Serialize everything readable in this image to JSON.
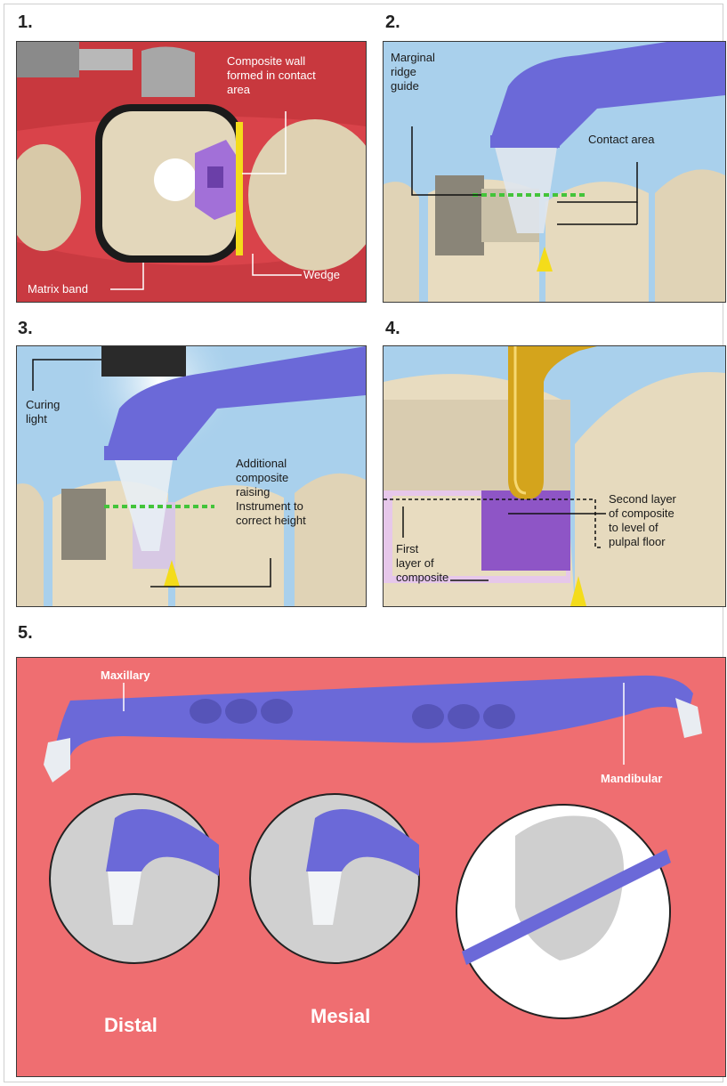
{
  "panels": [
    {
      "number": "1.",
      "labels": {
        "composite_wall": [
          "Composite wall",
          "formed in contact",
          "area"
        ],
        "matrix_band": "Matrix band",
        "wedge": "Wedge"
      }
    },
    {
      "number": "2.",
      "labels": {
        "marginal_ridge": [
          "Marginal",
          "ridge",
          "guide"
        ],
        "contact_area": "Contact area"
      }
    },
    {
      "number": "3.",
      "labels": {
        "curing_light": [
          "Curing",
          "light"
        ],
        "additional": [
          "Additional",
          "composite",
          "raising",
          "Instrument to",
          "correct height"
        ]
      }
    },
    {
      "number": "4.",
      "labels": {
        "second_layer": [
          "Second layer",
          "of composite",
          "to level of",
          "pulpal floor"
        ],
        "first_layer": [
          "First",
          "layer of",
          "composite"
        ]
      }
    },
    {
      "number": "5.",
      "labels": {
        "maxillary": "Maxillary",
        "mandibular": "Mandibular",
        "distal": "Distal",
        "mesial": "Mesial"
      }
    }
  ],
  "colors": {
    "gum": "#d9434a",
    "panel5_bg": "#ef6e71",
    "sky": "#a9d0ec",
    "tooth": "#e8dcc0",
    "instrument": "#6b69d8",
    "composite": "#a270d8",
    "wedge": "#f4dc1a",
    "gold": "#d4a41c"
  }
}
